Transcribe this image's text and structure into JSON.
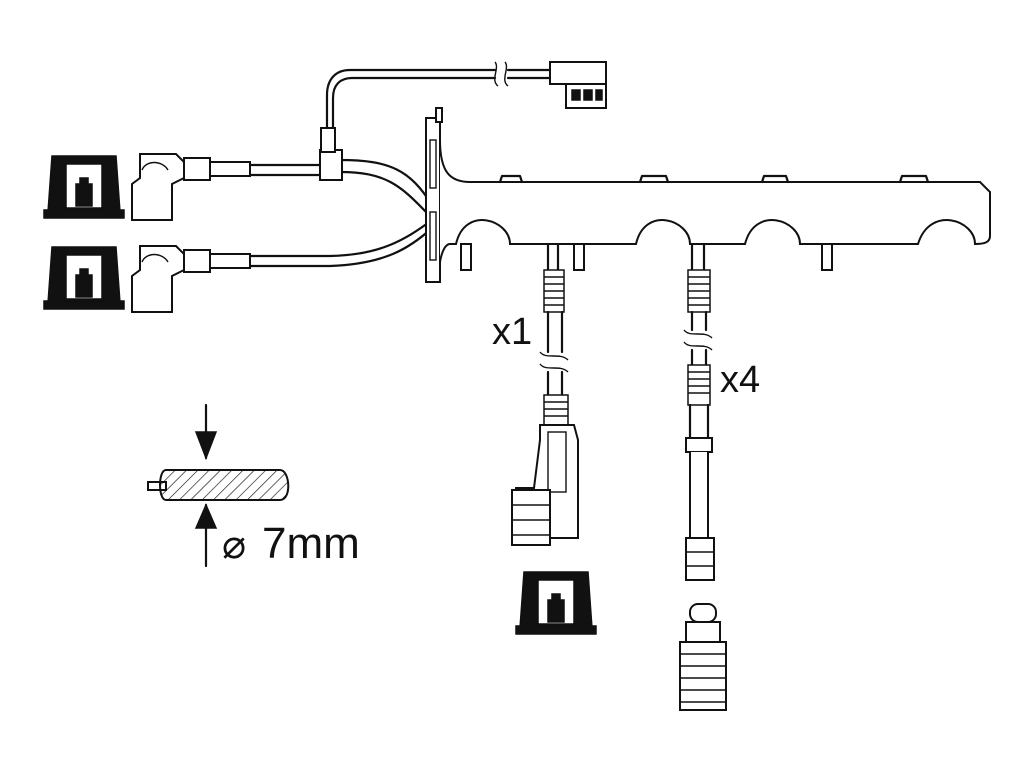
{
  "labels": {
    "count_single": "x1",
    "count_multi": "x4",
    "diameter_symbol": "⌀",
    "diameter_value": "7mm"
  }
}
